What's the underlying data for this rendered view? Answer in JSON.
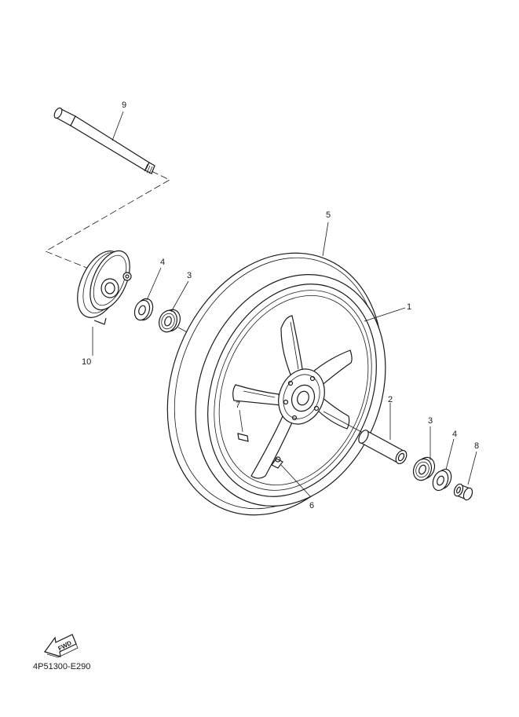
{
  "callouts": {
    "c1": "1",
    "c2": "2",
    "c3a": "3",
    "c3b": "3",
    "c4a": "4",
    "c4b": "4",
    "c5": "5",
    "c6": "6",
    "c7": "7",
    "c8": "8",
    "c9": "9",
    "c10": "10"
  },
  "fwd_label": "FWD",
  "diagram_code": "4P51300-E290",
  "colors": {
    "ink": "#1a1a1a",
    "background": "#ffffff"
  }
}
